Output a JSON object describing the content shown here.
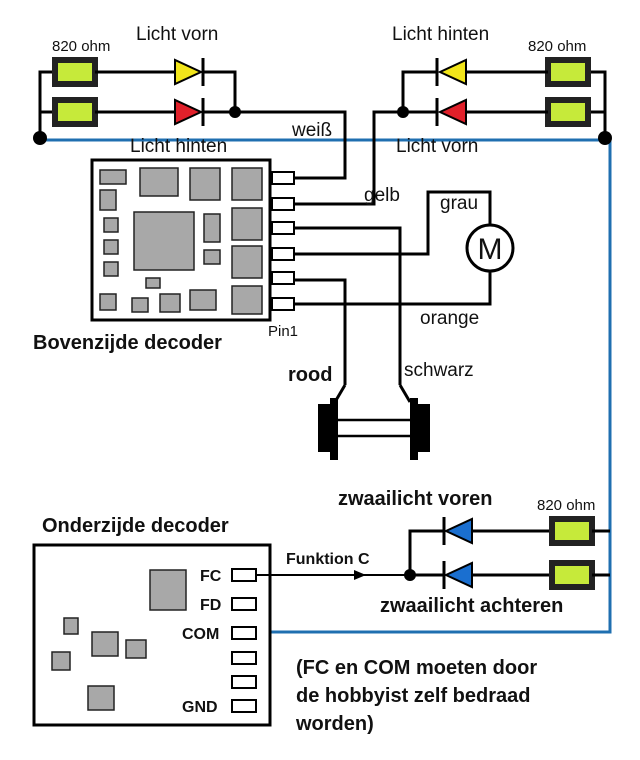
{
  "front": {
    "resistor_top": "820 ohm",
    "led_top": "Licht vorn",
    "led_top_color": "#f2e51a",
    "led_bottom": "Licht hinten",
    "led_bottom_color": "#e0202a"
  },
  "rear": {
    "resistor_top": "820 ohm",
    "led_top": "Licht hinten",
    "led_top_color": "#f2e51a",
    "led_bottom": "Licht vorn",
    "led_bottom_color": "#e0202a"
  },
  "wires": {
    "white": "weiß",
    "yellow": "gelb",
    "grey": "grau",
    "orange": "orange",
    "red": "rood",
    "black": "schwarz",
    "blue_color": "#1f6fb0"
  },
  "motor": {
    "symbol": "M"
  },
  "decoder_top": {
    "title": "Bovenzijde decoder",
    "pin1": "Pin1"
  },
  "decoder_bottom": {
    "title": "Onderzijde decoder",
    "pin_fc": "FC",
    "pin_fd": "FD",
    "pin_com": "COM",
    "pin_gnd": "GND"
  },
  "beacon": {
    "wire": "Funktion C",
    "resistor": "820 ohm",
    "led_front": "zwaailicht voren",
    "led_rear": "zwaailicht achteren",
    "led_color": "#1a6fd0"
  },
  "note": {
    "line1": "(FC en COM moeten door",
    "line2": "de hobbyist zelf bedraad",
    "line3": "worden)"
  }
}
